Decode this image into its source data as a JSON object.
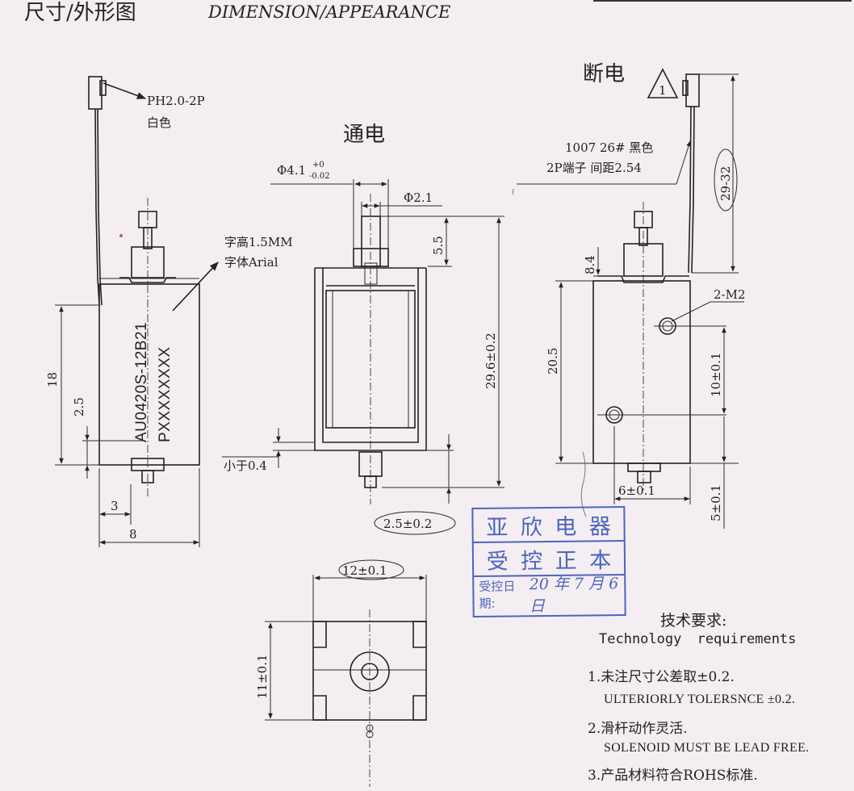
{
  "header": {
    "title_cn": "尺寸/外形图",
    "title_en": "DIMENSION/APPEARANCE"
  },
  "left_view": {
    "connector_label": "PH2.0-2P",
    "connector_color": "白色",
    "char_height": "字高1.5MM",
    "font_name": "字体Arial",
    "marking_line1": "AU0420S-12B21",
    "marking_line2": "PXXXXXXXX",
    "dim_18": "18",
    "dim_2_5": "2.5",
    "dim_3": "3",
    "dim_8": "8"
  },
  "center_view": {
    "title": "通电",
    "dim_dia_base": "Φ4.1",
    "dim_dia_sup": "+0",
    "dim_dia_sub": "-0.02",
    "dim_dia_small": "Φ2.1",
    "dim_5_5": "5.5",
    "dim_29_6": "29.6±0.2",
    "dim_less": "小于0.4",
    "dim_2_5_tol": "2.5±0.2"
  },
  "right_view": {
    "title": "断电",
    "warning_symbol": "1",
    "wire_line1": "1007 26# 黑色",
    "wire_line2": "2P端子 间距2.54",
    "dim_29_32": "29-32",
    "dim_8_4": "8.4",
    "dim_2_m2": "2-M2",
    "dim_20_5": "20.5",
    "dim_10": "10±0.1",
    "dim_6": "6±0.1",
    "dim_5": "5±0.1"
  },
  "bottom_view": {
    "dim_12": "12±0.1",
    "dim_11": "11±0.1"
  },
  "stamp": {
    "row1": [
      "亚",
      "欣",
      "电",
      "器"
    ],
    "row2": [
      "受",
      "控",
      "正",
      "本"
    ],
    "date_label": "受控日期:",
    "date_value": "20 年 7 月 6 日",
    "color": "#3a56b8"
  },
  "tech": {
    "title_cn": "技术要求:",
    "title_en": "Technology requirements",
    "items": [
      {
        "cn": "1.未注尺寸公差取±0.2.",
        "en": "ULTERIORLY TOLERSNCE ±0.2."
      },
      {
        "cn": "2.滑杆动作灵活.",
        "en": "SOLENOID MUST BE LEAD FREE."
      },
      {
        "cn": "3.产品材料符合ROHS标准.",
        "en": ""
      }
    ]
  }
}
